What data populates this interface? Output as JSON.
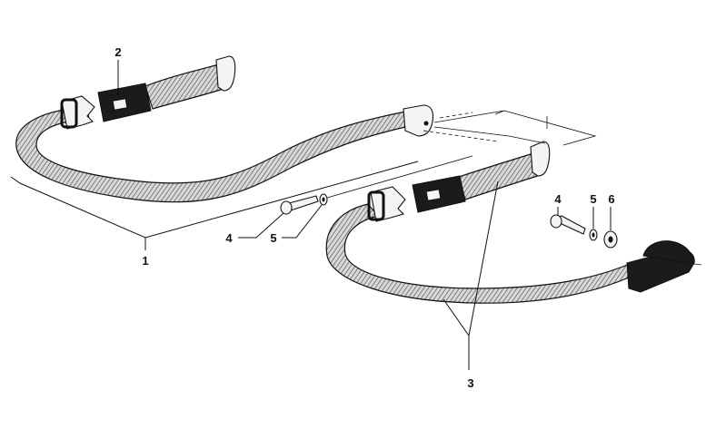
{
  "callouts": {
    "c1": "1",
    "c2": "2",
    "c3": "3",
    "c4a": "4",
    "c4b": "4",
    "c5a": "5",
    "c5b": "5",
    "c6": "6"
  },
  "colors": {
    "ink": "#111111",
    "background": "#ffffff"
  }
}
